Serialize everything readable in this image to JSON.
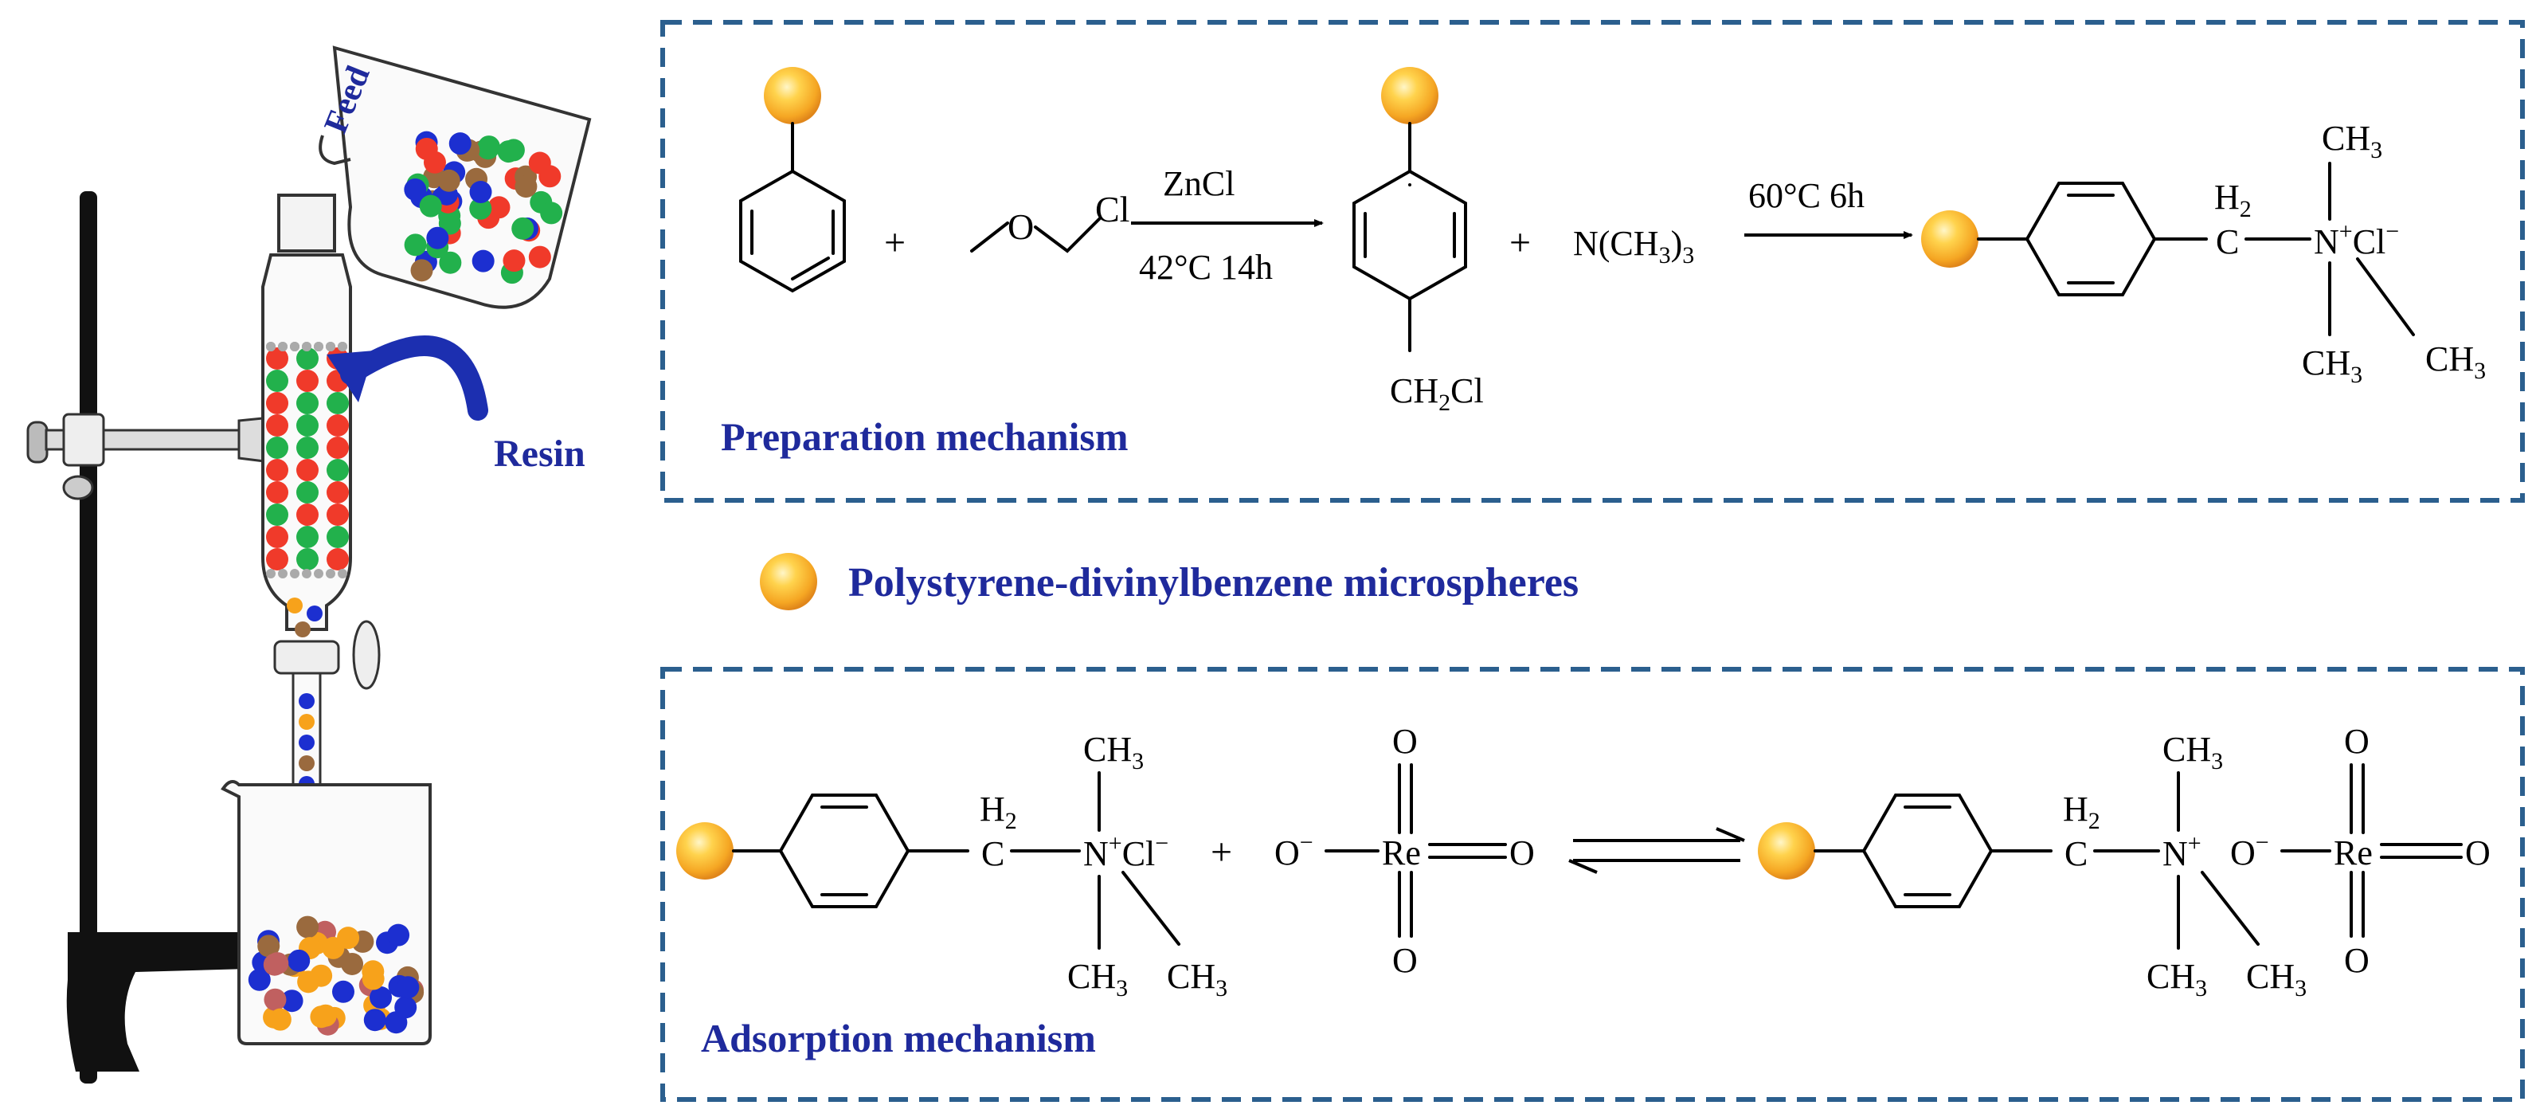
{
  "apparatus": {
    "feed_label": "Feed",
    "resin_label": "Resin"
  },
  "legend": {
    "microsphere_label": "Polystyrene-divinylbenzene microspheres"
  },
  "preparation": {
    "title": "Preparation mechanism",
    "reagent_cl": "Cl",
    "reagent_o": "O",
    "plus": "+",
    "catalyst": "ZnCl",
    "condition1": "42°C 14h",
    "ch2cl_ch": "CH",
    "ch2cl_sub": "2",
    "ch2cl_cl": "Cl",
    "amine_n": "N(CH",
    "amine_sub": "3",
    "amine_close": ")",
    "amine_tail_sub": "3",
    "condition2": "60°C 6h",
    "h2_h": "H",
    "h2_sub": "2",
    "c_atom": "C",
    "n_atom": "N",
    "n_charge": "+",
    "cl_atom": "Cl",
    "cl_charge": "−",
    "ch3": "CH",
    "ch3_sub": "3"
  },
  "adsorption": {
    "title": "Adsorption mechanism",
    "plus": "+",
    "o_minus": "O",
    "minus": "−",
    "re": "Re",
    "o": "O",
    "h2_h": "H",
    "h2_sub": "2",
    "c_atom": "C",
    "n_atom": "N",
    "n_charge": "+",
    "cl_atom": "Cl",
    "cl_charge": "−",
    "ch3": "CH",
    "ch3_sub": "3"
  },
  "colors": {
    "dashed_border": "#2b5f8e",
    "label_blue": "#1f2a9c",
    "bead_red": "#f03a2a",
    "bead_green": "#22b14c",
    "bead_blue": "#1c2fd0",
    "bead_brown": "#9a6a3e",
    "bead_orange": "#f7a21b",
    "sphere_orange": "#f5a623"
  }
}
